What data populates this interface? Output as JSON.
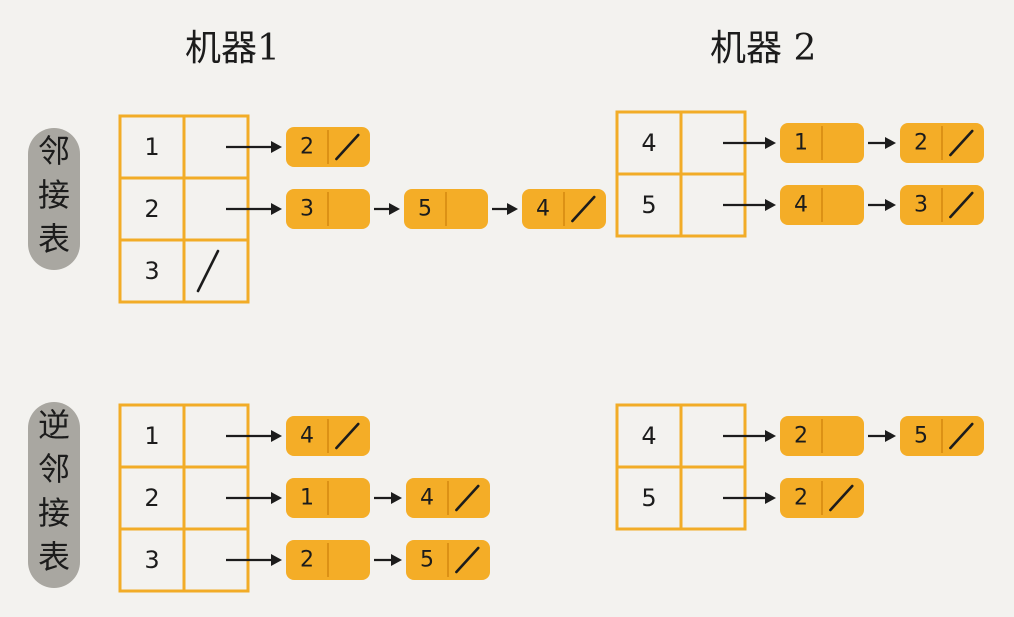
{
  "titles": {
    "machine1": "机器1",
    "machine2": "机器 2"
  },
  "row_labels": {
    "adjacency": [
      "邻",
      "接",
      "表"
    ],
    "reverse_adjacency": [
      "逆",
      "邻",
      "接",
      "表"
    ]
  },
  "colors": {
    "accent": "#f4ad27",
    "border": "#f2ac27",
    "pill": "#a9a7a1",
    "background": "#f3f2ef"
  },
  "graph": {
    "adjacency": {
      "machine1": [
        {
          "vertex": "1",
          "list": [
            "2"
          ]
        },
        {
          "vertex": "2",
          "list": [
            "3",
            "5",
            "4"
          ]
        },
        {
          "vertex": "3",
          "list": []
        }
      ],
      "machine2": [
        {
          "vertex": "4",
          "list": [
            "1",
            "2"
          ]
        },
        {
          "vertex": "5",
          "list": [
            "4",
            "3"
          ]
        }
      ]
    },
    "reverse_adjacency": {
      "machine1": [
        {
          "vertex": "1",
          "list": [
            "4"
          ]
        },
        {
          "vertex": "2",
          "list": [
            "1",
            "4"
          ]
        },
        {
          "vertex": "3",
          "list": [
            "2",
            "5"
          ]
        }
      ],
      "machine2": [
        {
          "vertex": "4",
          "list": [
            "2",
            "5"
          ]
        },
        {
          "vertex": "5",
          "list": [
            "2"
          ]
        }
      ]
    }
  }
}
